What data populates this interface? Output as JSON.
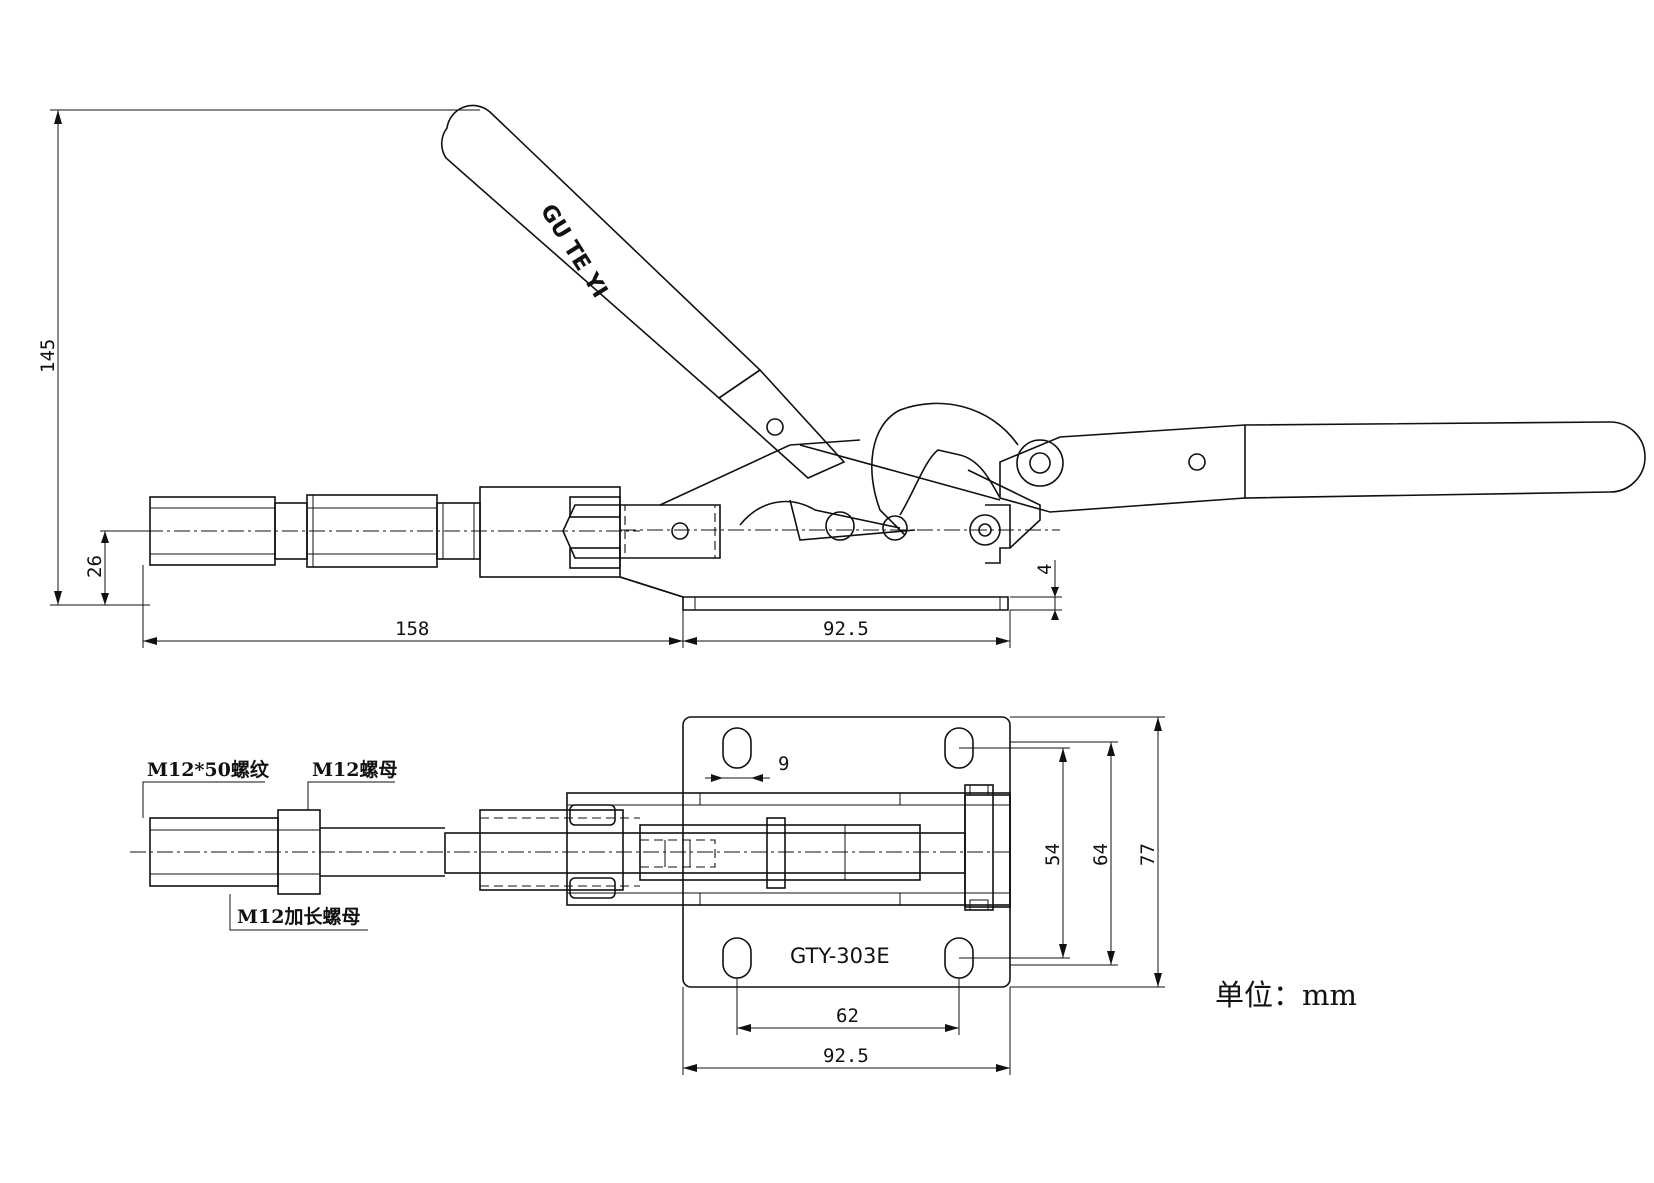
{
  "drawing": {
    "brand_marking": "GU TE YI",
    "model_marking": "GTY-303E"
  },
  "dimensions": {
    "side_height": "145",
    "side_center_height": "26",
    "side_plate_thickness": "4",
    "side_length_rod": "158",
    "side_length_base": "92.5",
    "slot_width": "9",
    "hole_spacing_inner": "54",
    "base_width_inner": "64",
    "base_width_outer": "77",
    "hole_spacing_x": "62",
    "base_length": "92.5"
  },
  "callouts": {
    "thread": "M12*50螺纹",
    "nut": "M12螺母",
    "long_nut": "M12加长螺母"
  },
  "unit_label": "单位：mm"
}
